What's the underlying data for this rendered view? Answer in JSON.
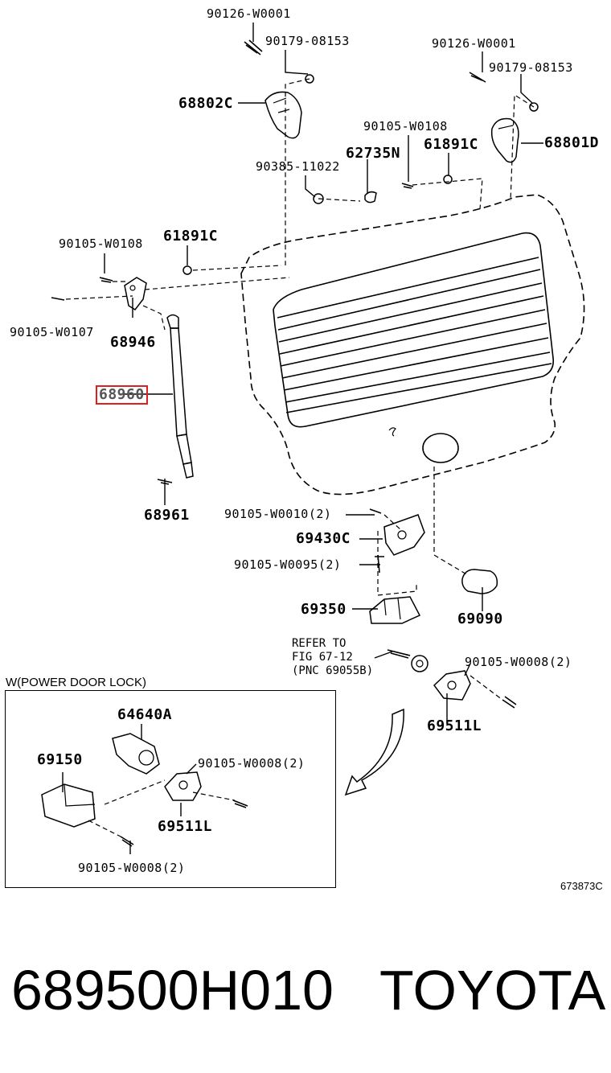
{
  "labels": {
    "bolt_90126_left": "90126-W0001",
    "nut_90179_left": "90179-08153",
    "bolt_90126_right": "90126-W0001",
    "nut_90179_right": "90179-08153",
    "hinge_68802C": "68802C",
    "hinge_68801D": "68801D",
    "screw_90105_W0108_top": "90105-W0108",
    "clip_62735N": "62735N",
    "nut_61891C_top": "61891C",
    "nut_90385": "90385-11022",
    "screw_90105_W0108_left": "90105-W0108",
    "nut_61891C_left": "61891C",
    "screw_90105_W0107": "90105-W0107",
    "bracket_68946": "68946",
    "stay_68960": "68960",
    "bolt_68961": "68961",
    "bolt_90105_W0010": "90105-W0010(2)",
    "lock_69430C": "69430C",
    "bolt_90105_W0095": "90105-W0095(2)",
    "striker_69350": "69350",
    "pad_69090": "69090",
    "refer_note": "REFER TO\nFIG 67-12\n(PNC 69055B)",
    "bolt_90105_W0008_right": "90105-W0008(2)",
    "cover_69511L_right": "69511L",
    "inset_title": "W(POWER DOOR LOCK)",
    "switch_64640A": "64640A",
    "motor_69150": "69150",
    "bolt_90105_W0008_inset_top": "90105-W0008(2)",
    "cover_69511L_inset": "69511L",
    "bolt_90105_W0008_inset_bottom": "90105-W0008(2)",
    "drawing_number": "673873C"
  },
  "footer": {
    "part_number": "689500H010",
    "brand": "TOYOTA"
  },
  "highlight_color": "#e02020"
}
